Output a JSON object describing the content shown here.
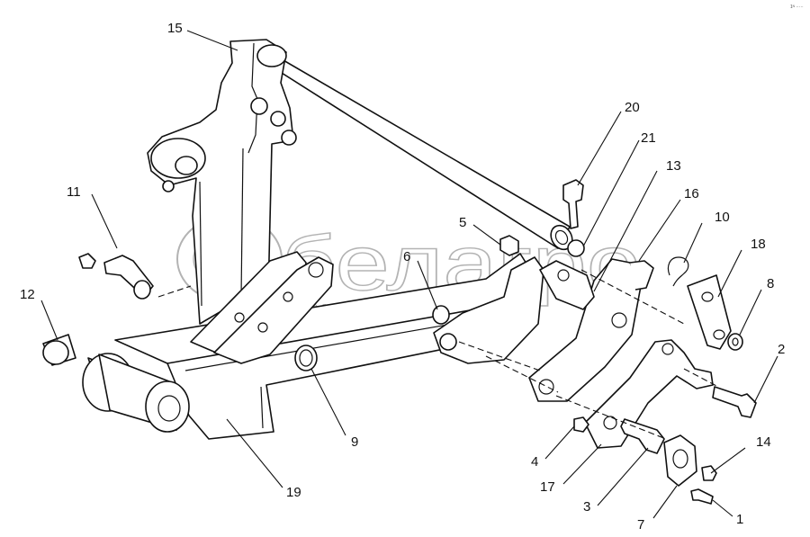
{
  "diagram": {
    "callouts": [
      {
        "id": "1",
        "label": "1"
      },
      {
        "id": "2",
        "label": "2"
      },
      {
        "id": "3",
        "label": "3"
      },
      {
        "id": "4",
        "label": "4"
      },
      {
        "id": "5",
        "label": "5"
      },
      {
        "id": "6",
        "label": "6"
      },
      {
        "id": "7",
        "label": "7"
      },
      {
        "id": "8",
        "label": "8"
      },
      {
        "id": "9",
        "label": "9"
      },
      {
        "id": "10",
        "label": "10"
      },
      {
        "id": "11",
        "label": "11"
      },
      {
        "id": "12",
        "label": "12"
      },
      {
        "id": "13",
        "label": "13"
      },
      {
        "id": "14",
        "label": "14"
      },
      {
        "id": "15",
        "label": "15"
      },
      {
        "id": "16",
        "label": "16"
      },
      {
        "id": "17",
        "label": "17"
      },
      {
        "id": "18",
        "label": "18"
      },
      {
        "id": "19",
        "label": "19"
      },
      {
        "id": "20",
        "label": "20"
      },
      {
        "id": "21",
        "label": "21"
      }
    ]
  },
  "watermark": {
    "logo_text": "белагро",
    "subtitle": "ГРУППА КОМПАНИЙ"
  },
  "corner_mark": "1ᴺ ·····"
}
